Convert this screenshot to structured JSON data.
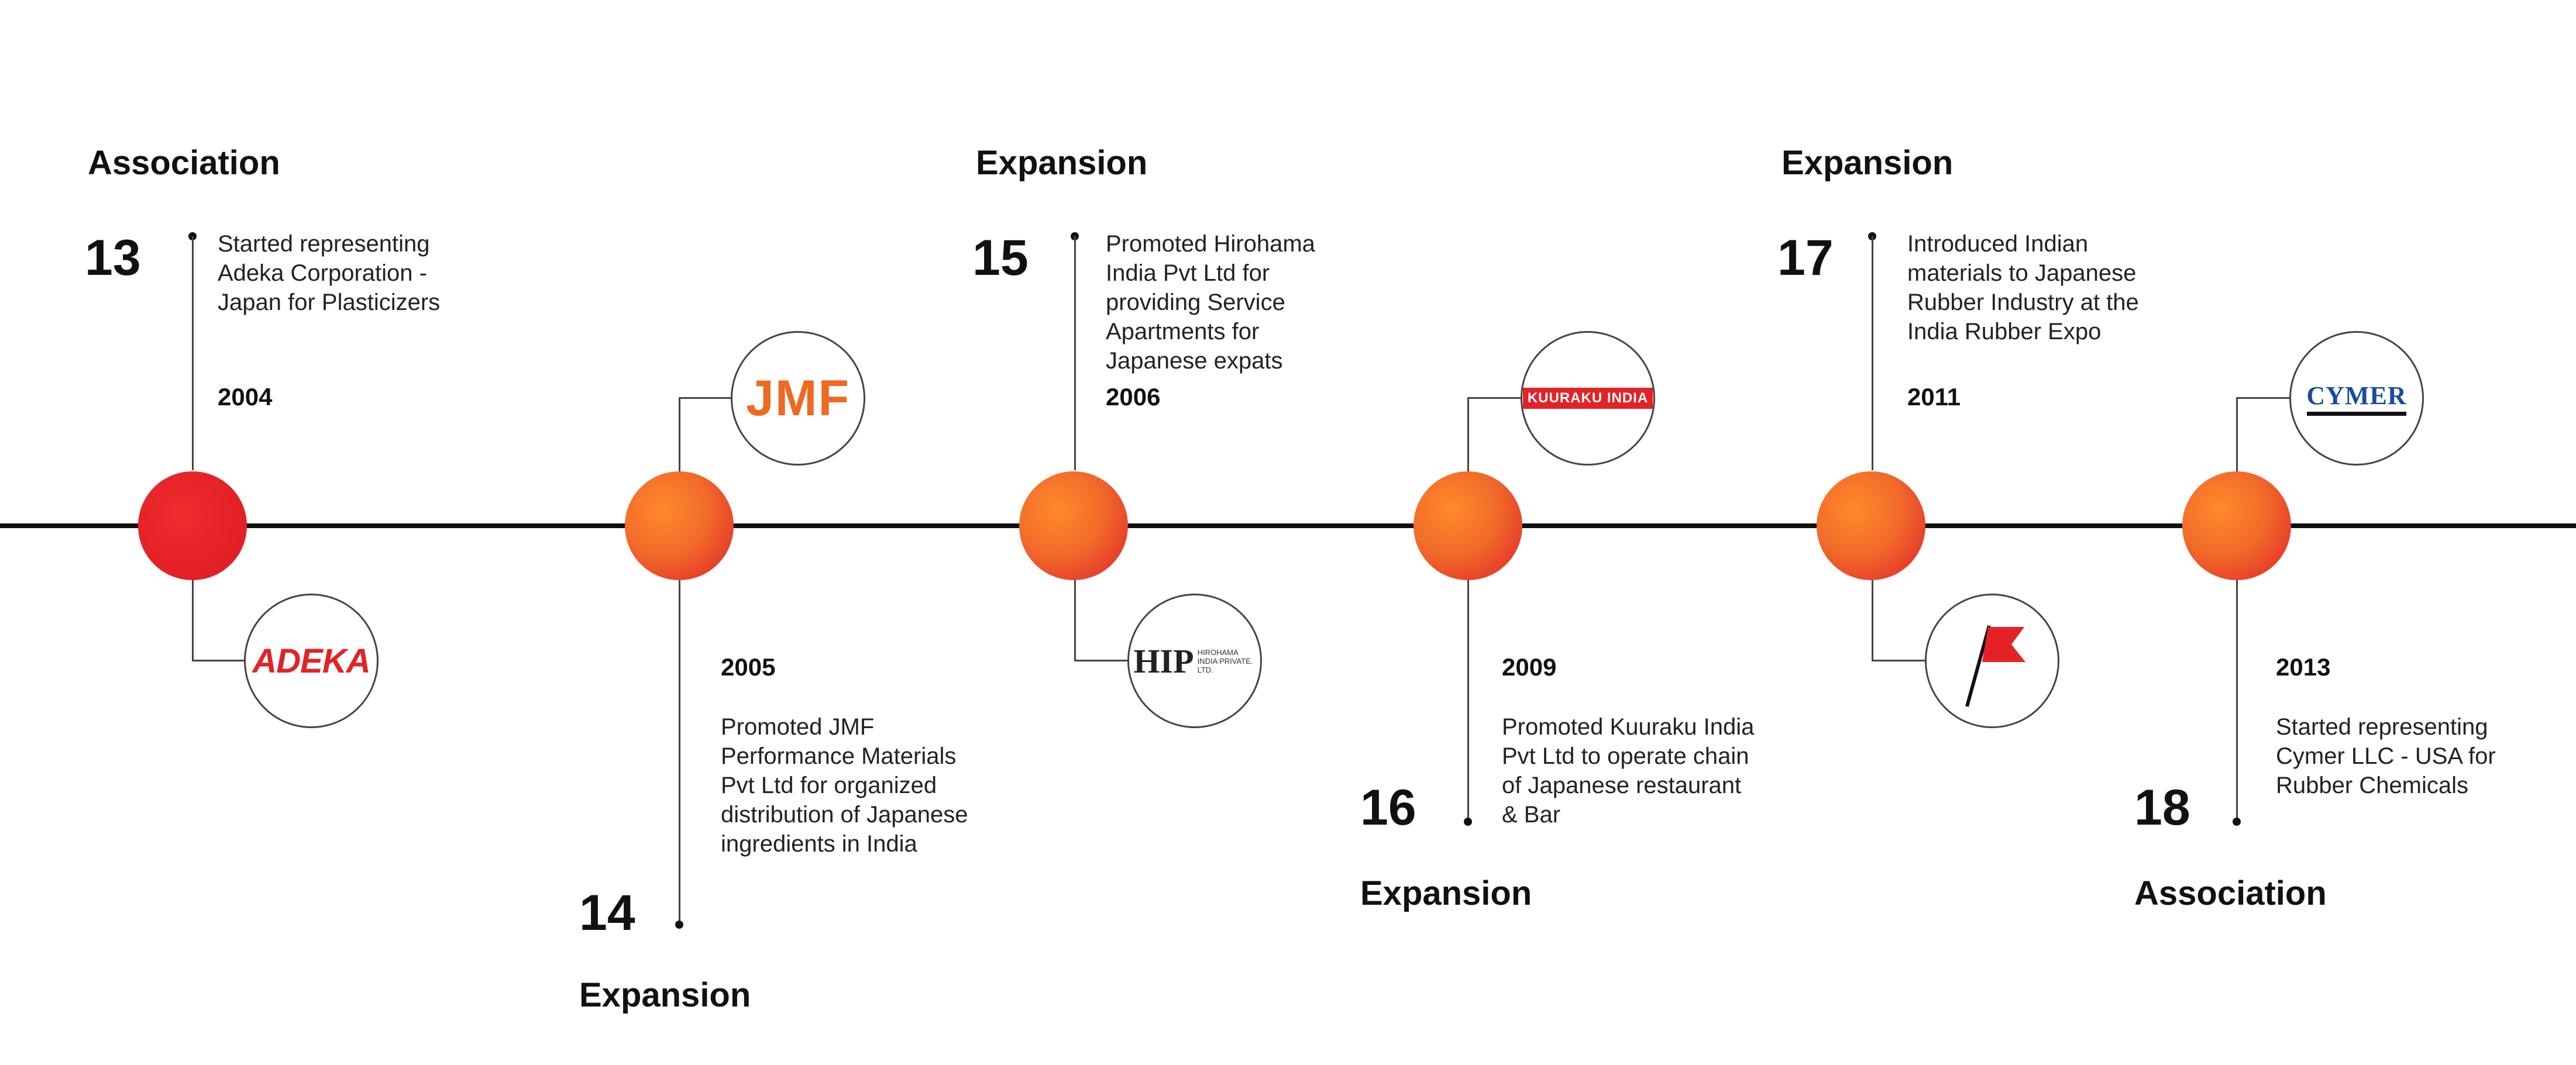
{
  "events": [
    {
      "category": "Association",
      "number": "13",
      "year": "2004",
      "description": "Started representing Adeka Corporation - Japan for Plasticizers",
      "logo": "ADEKA"
    },
    {
      "category": "Expansion",
      "number": "14",
      "year": "2005",
      "description": "Promoted JMF Performance Materials Pvt Ltd for organized distribution of Japanese ingredients in India",
      "logo": "JMF"
    },
    {
      "category": "Expansion",
      "number": "15",
      "year": "2006",
      "description": "Promoted Hirohama India Pvt Ltd for providing Service Apartments for Japanese expats",
      "logo": "HIP",
      "logo_sub": "HIROHAMA INDIA PRIVATE. LTD."
    },
    {
      "category": "Expansion",
      "number": "16",
      "year": "2009",
      "description": "Promoted Kuuraku India Pvt Ltd to operate chain of Japanese restaurant & Bar",
      "logo": "KUURAKU INDIA"
    },
    {
      "category": "Expansion",
      "number": "17",
      "year": "2011",
      "description": "Introduced Indian materials to Japanese Rubber Industry at the India Rubber Expo",
      "logo": ""
    },
    {
      "category": "Association",
      "number": "18",
      "year": "2013",
      "description": "Started representing Cymer LLC - USA for Rubber Chemicals",
      "logo": "CYMER"
    }
  ],
  "colors": {
    "axis": "#111111",
    "orange": "#f26b2a",
    "red": "#e42226",
    "text": "#111111"
  }
}
